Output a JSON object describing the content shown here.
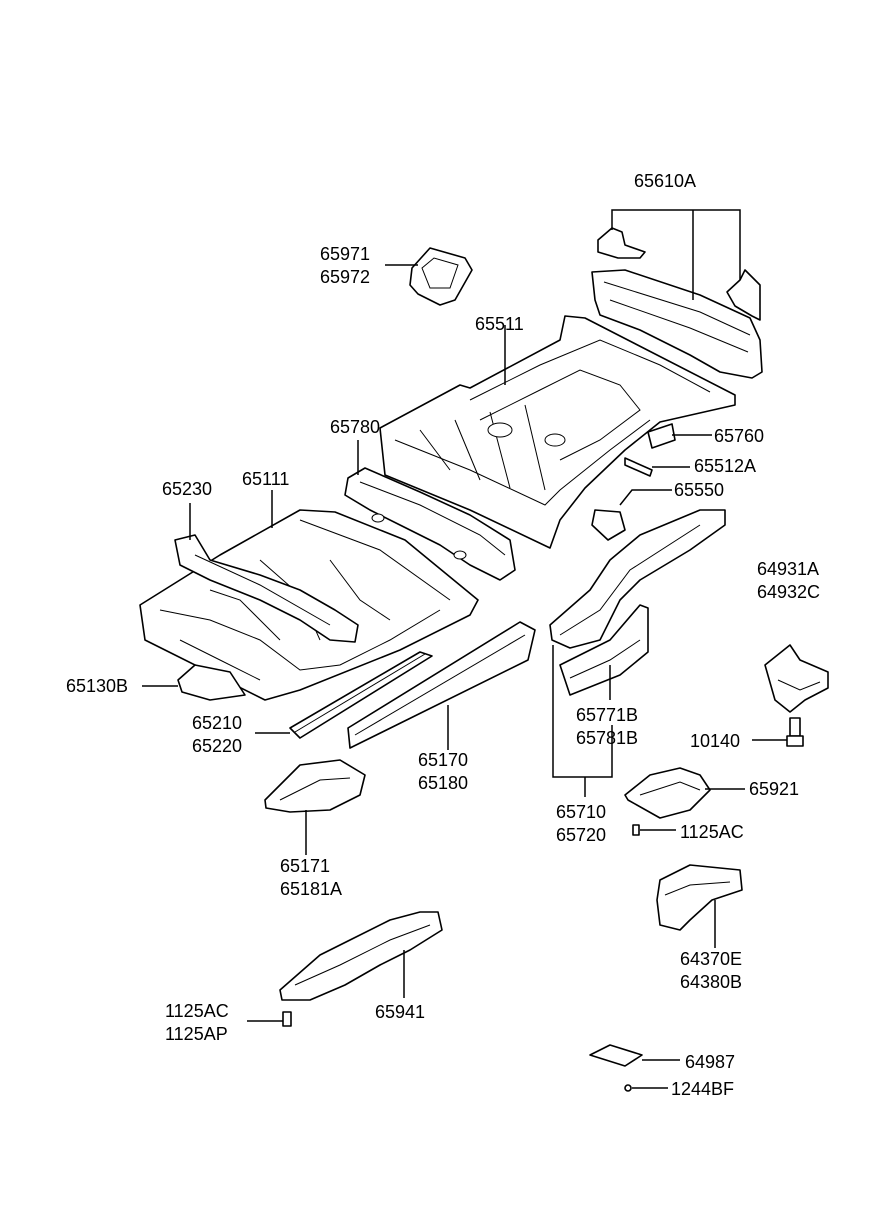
{
  "labels": {
    "l65610A": "65610A",
    "l65971": "65971",
    "l65972": "65972",
    "l65511": "65511",
    "l65780": "65780",
    "l65760": "65760",
    "l65512A": "65512A",
    "l65550": "65550",
    "l65230": "65230",
    "l65111": "65111",
    "l64931A": "64931A",
    "l64932C": "64932C",
    "l65130B": "65130B",
    "l65210": "65210",
    "l65220": "65220",
    "l65170": "65170",
    "l65180": "65180",
    "l65771B": "65771B",
    "l65781B": "65781B",
    "l10140": "10140",
    "l65921": "65921",
    "l65710": "65710",
    "l65720": "65720",
    "l1125AC_a": "1125AC",
    "l65171": "65171",
    "l65181A": "65181A",
    "l64370E": "64370E",
    "l64380B": "64380B",
    "l1125AC_b": "1125AC",
    "l1125AP": "1125AP",
    "l65941": "65941",
    "l64987": "64987",
    "l1244BF": "1244BF"
  },
  "colors": {
    "ink": "#000000",
    "paper": "#ffffff"
  }
}
